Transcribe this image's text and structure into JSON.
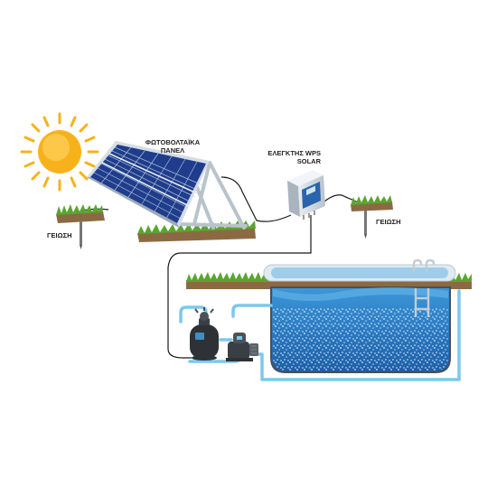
{
  "labels": {
    "panels_line1": "ΦΩΤΟΒΟΛΤΑΪΚΑ",
    "panels_line2": "ΠΑΝΕΛ",
    "controller_line1": "ΕΛΕΓΚΤΗΣ WPS",
    "controller_line2": "SOLAR",
    "ground_left": "ΓΕΙΩΣΗ",
    "ground_right": "ΓΕΙΩΣΗ"
  },
  "colors": {
    "sun": "#f7b21b",
    "panel_cell": "#1f3d8c",
    "panel_frame": "#b9c3cc",
    "grass": "#5aa531",
    "water": "#2a7fc9",
    "pipe": "#7cc8ec",
    "cable": "#1a1a1a"
  },
  "icons": {
    "sun": "sun-icon",
    "solar_panel": "solar-panel-icon",
    "controller": "controller-box-icon",
    "ground_rod": "ground-rod-icon",
    "filter": "sand-filter-icon",
    "pump": "pump-icon",
    "pool": "pool-icon"
  }
}
